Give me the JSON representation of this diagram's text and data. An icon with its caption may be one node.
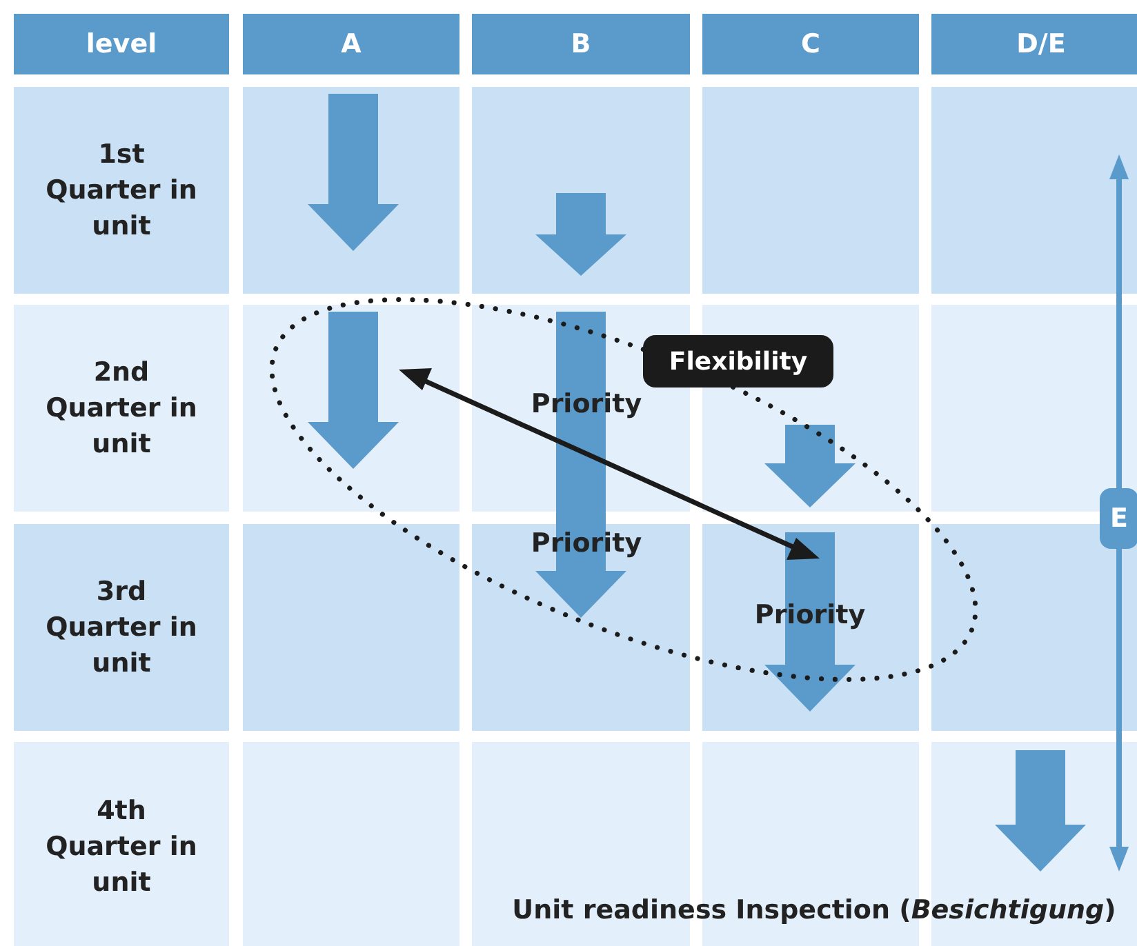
{
  "diagram": {
    "nodes": [
      {
        "text": [
          "level"
        ]
      },
      {
        "text": [
          "A"
        ]
      },
      {
        "text": [
          "B"
        ]
      },
      {
        "text": [
          "C"
        ]
      },
      {
        "text": [
          "D/E"
        ]
      },
      {
        "text": [
          "1st Quarter in unit"
        ]
      },
      {
        "text": [
          "2nd Quarter in unit"
        ]
      },
      {
        "text": [
          "3rd Quarter in unit"
        ]
      },
      {
        "text": [
          "4th Quarter in unit"
        ]
      },
      {
        "text": [
          "Flexibility"
        ]
      },
      {
        "text": [
          "E"
        ]
      }
    ],
    "labels": [
      "Priority",
      "Priority",
      "Priority",
      "Unit readiness Inspection (*Besichtigung*)"
    ]
  }
}
